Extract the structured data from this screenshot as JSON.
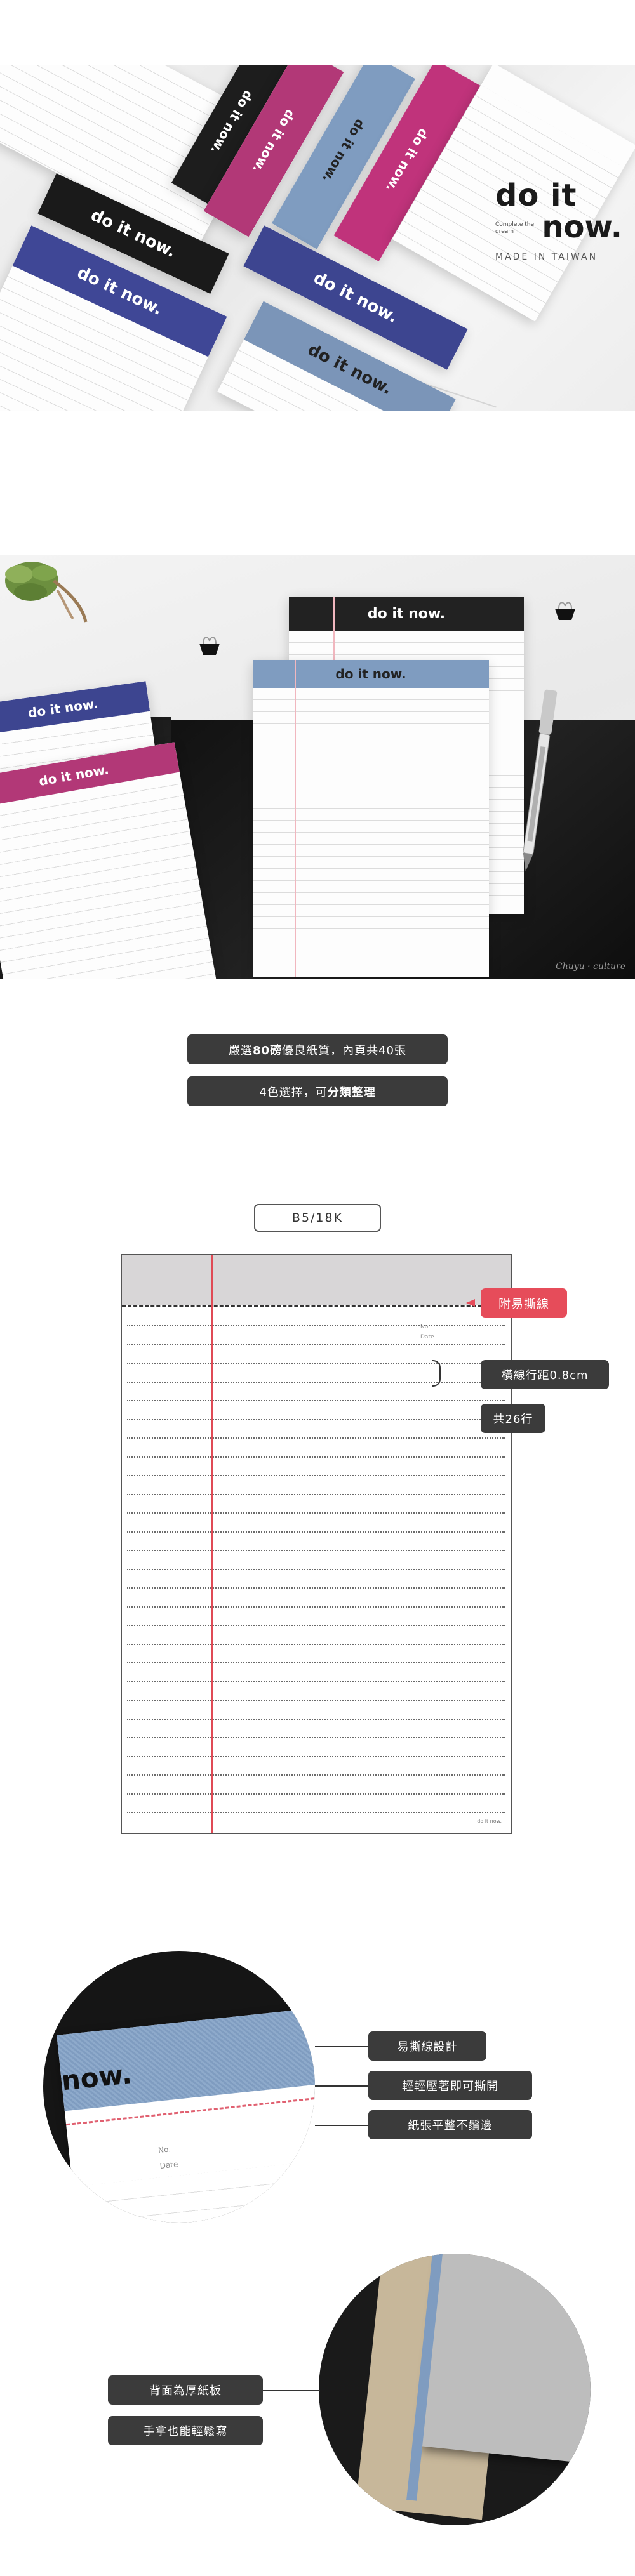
{
  "hero": {
    "pads": [
      {
        "label": "do it now.",
        "color": "#1d1d1d"
      },
      {
        "label": "do it now.",
        "color": "#b23877"
      },
      {
        "label": "do it now.",
        "color": "#7f9cc0"
      },
      {
        "label": "do it now.",
        "color": "#c0337b"
      },
      {
        "label": "do it now.",
        "color": "#1a1a1a"
      },
      {
        "label": "do it now.",
        "color": "#3f4796"
      },
      {
        "label": "do it now.",
        "color": "#3d4590"
      },
      {
        "label": "do it now.",
        "color": "#7b95b8"
      }
    ],
    "logo_line1": "do it",
    "logo_line2": "now.",
    "tagline": "Complete the dream",
    "made_in": "MADE IN TAIWAN"
  },
  "scene": {
    "pad_labels": {
      "back": "do it now.",
      "front": "do it now.",
      "left_top": "do it now.",
      "left_bottom": "do it now."
    },
    "signature": "Chuyu · culture"
  },
  "specs": {
    "line1_before": "嚴選",
    "line1_bold": "80磅",
    "line1_after": "優良紙質，內頁共40張",
    "line2_before": "4色選擇，可",
    "line2_bold": "分類整理"
  },
  "diagram": {
    "size": "B5/18K",
    "no_label": "No.",
    "date_label": "Date",
    "footer": "do it now.",
    "tear_label": "附易撕線",
    "spacing_label": "橫線行距0.8cm",
    "rows_label": "共26行",
    "rule_count": 26
  },
  "detail1": {
    "brand": "now.",
    "no_label": "No.",
    "date_label": "Date",
    "labels": [
      "易撕線設計",
      "輕輕壓著即可撕開",
      "紙張平整不鬚邊"
    ]
  },
  "detail2": {
    "labels": [
      "背面為厚紙板",
      "手拿也能輕鬆寫"
    ]
  },
  "colors": {
    "pill_bg": "#3b3b3b",
    "accent_red": "#e64c5a",
    "header_gray": "#d8d6d7"
  }
}
